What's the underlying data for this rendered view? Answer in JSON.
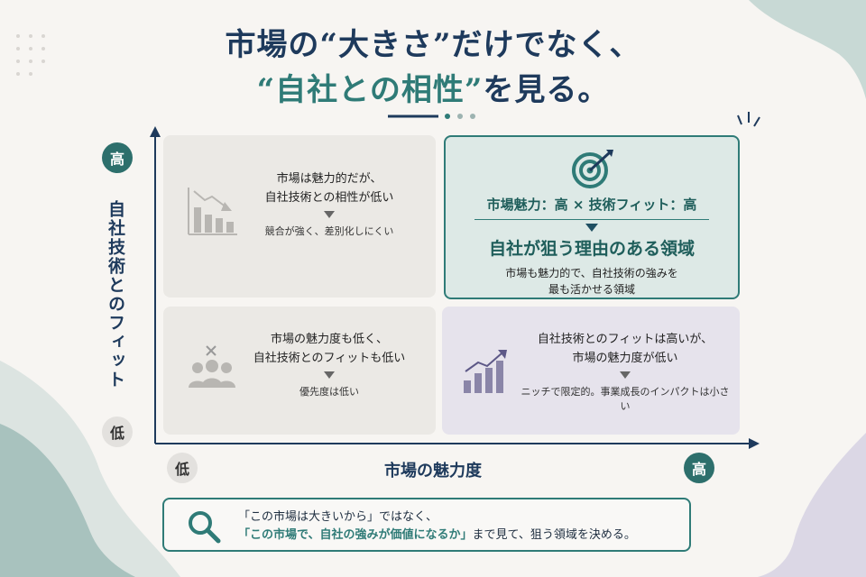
{
  "title": {
    "line1": "市場の“大きさ”だけでなく、",
    "line2_accent": "“自社との相性”",
    "line2_rest": "を見る。"
  },
  "axes": {
    "y_label": "自社技術とのフィット",
    "x_label": "市場の魅力度",
    "y_high": "高",
    "y_low": "低",
    "x_low": "低",
    "x_high": "高"
  },
  "quadrants": {
    "top_left": {
      "line1": "市場は魅力的だが、",
      "line2": "自社技術との相性が低い",
      "sub": "競合が強く、差別化しにくい",
      "icon": "declining-bar-chart-icon"
    },
    "top_right": {
      "header": "市場魅力：高 × 技術フィット：高",
      "main": "自社が狙う理由のある領域",
      "sub1": "市場も魅力的で、自社技術の強みを",
      "sub2": "最も活かせる領域",
      "icon": "target-icon"
    },
    "bottom_left": {
      "line1": "市場の魅力度も低く、",
      "line2": "自社技術とのフィットも低い",
      "sub": "優先度は低い",
      "icon": "group-cross-icon"
    },
    "bottom_right": {
      "line1": "自社技術とのフィットは高いが、",
      "line2": "市場の魅力度が低い",
      "sub": "ニッチで限定的。事業成長のインパクトは小さい",
      "icon": "growth-chart-icon"
    }
  },
  "callout": {
    "line1": "「この市場は大きいから」ではなく、",
    "line2_accent": "「この市場で、自社の強みが価値になるか」",
    "line2_rest": "まで見て、狙う領域を決める。",
    "icon": "magnifier-icon"
  },
  "colors": {
    "accent": "#2f7b77",
    "navy": "#1e3a5c",
    "highlight_bg": "#dde9e6"
  }
}
